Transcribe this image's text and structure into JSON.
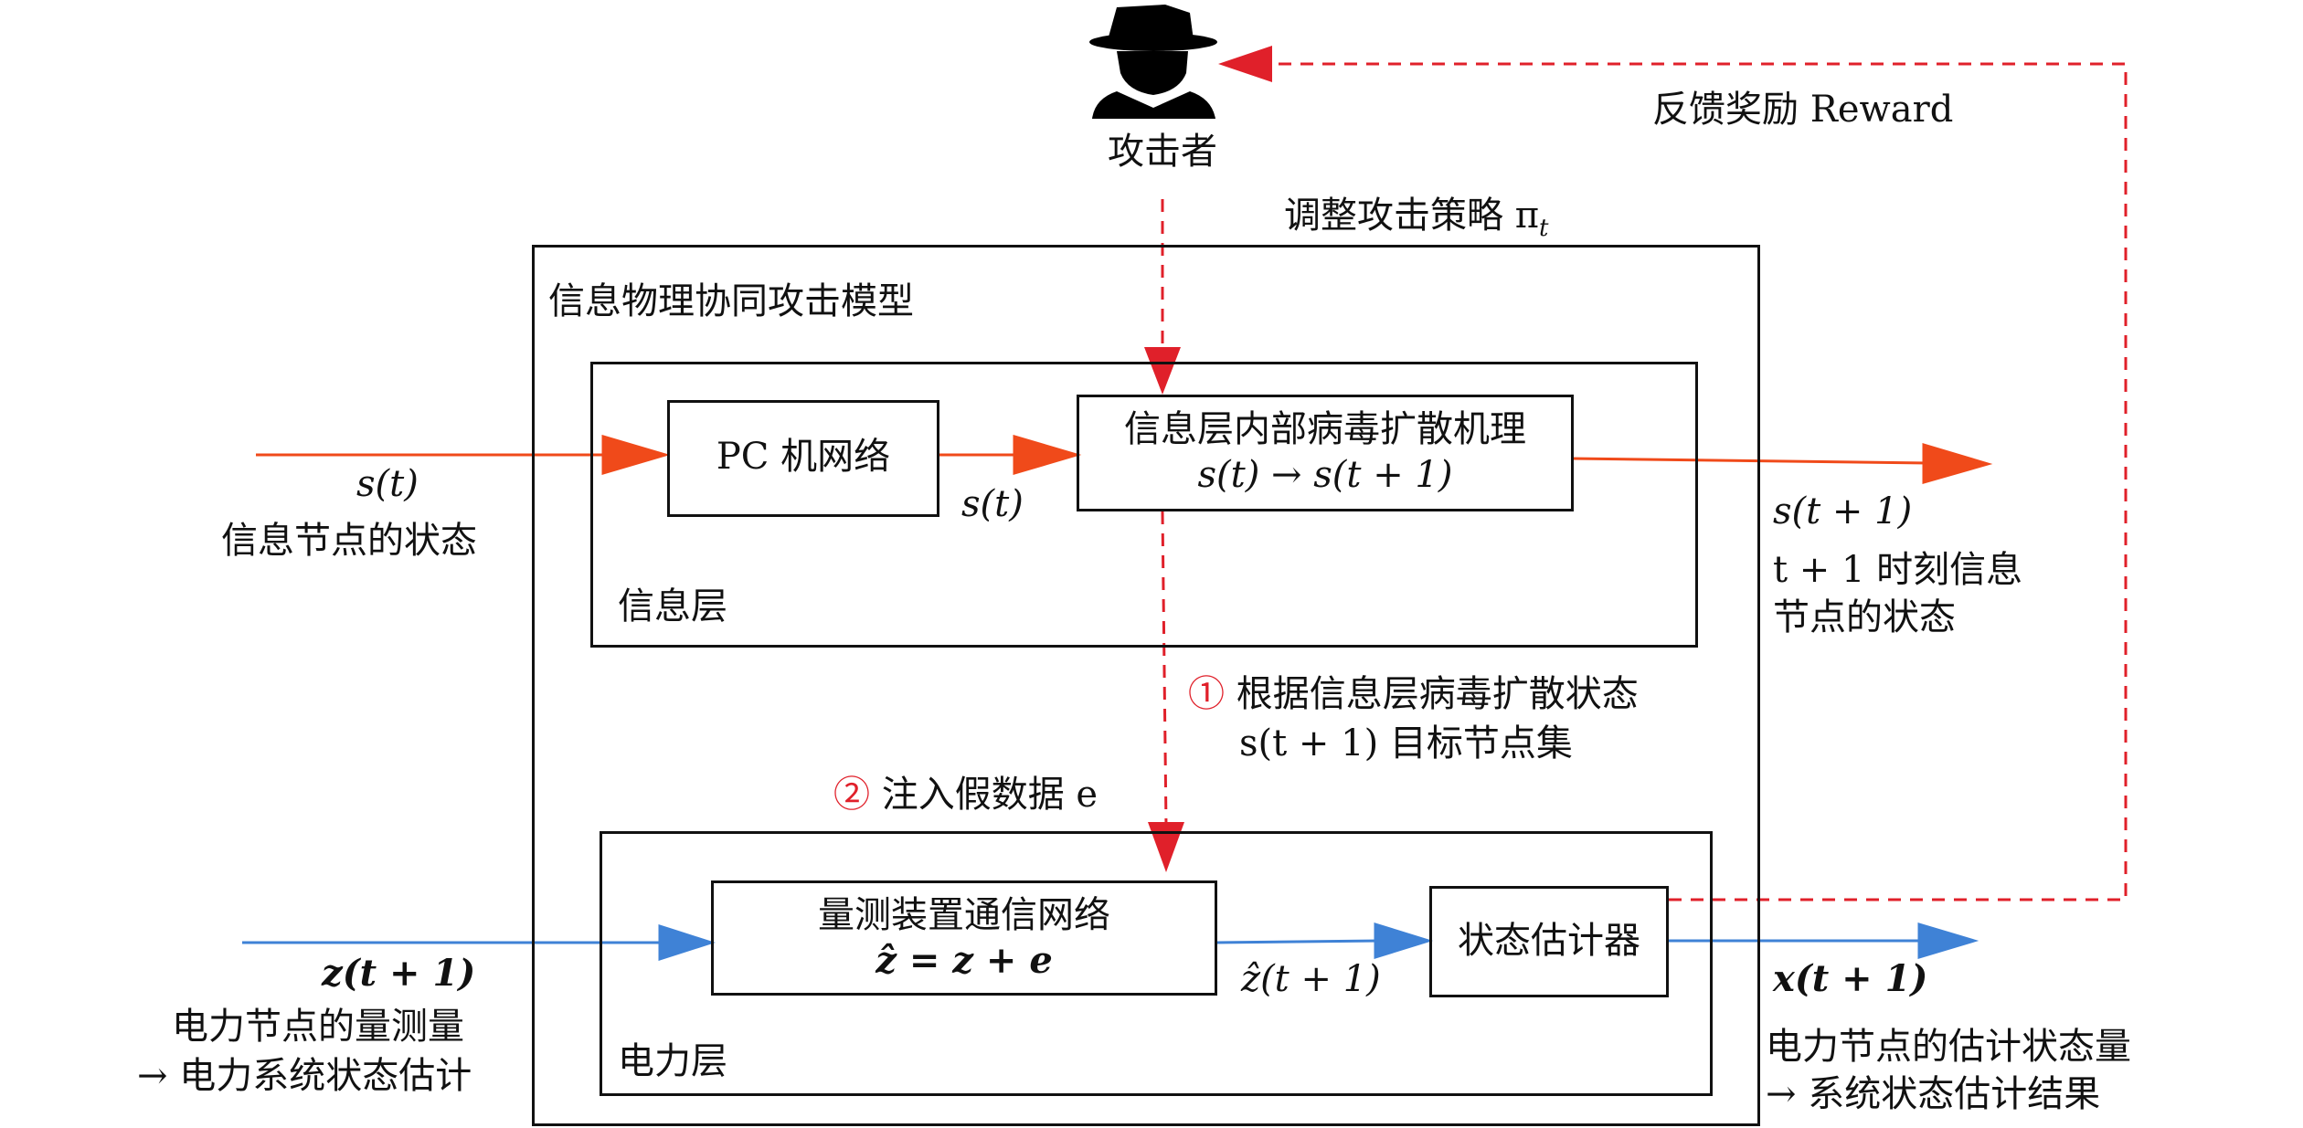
{
  "attacker": {
    "label": "攻击者",
    "icon": "spy-hacker-icon"
  },
  "feedback_label": "反馈奖励 Reward",
  "adjust_label": "调整攻击策略 π",
  "adjust_sub": "t",
  "model": {
    "title": "信息物理协同攻击模型"
  },
  "info_layer": {
    "label": "信息层",
    "pc_box": "PC 机网络",
    "virus_box_line1": "信息层内部病毒扩散机理",
    "virus_box_line2": "s(t) → s(t + 1)",
    "mid_signal": "s(t)",
    "input_signal": "s(t)",
    "input_desc": "信息节点的状态",
    "output_signal": "s(t + 1)",
    "output_desc_line1": "t + 1 时刻信息",
    "output_desc_line2": "节点的状态"
  },
  "step1": {
    "marker": "①",
    "line1": "根据信息层病毒扩散状态",
    "line2": "s(t + 1) 目标节点集"
  },
  "step2": {
    "marker": "②",
    "text": "注入假数据 e"
  },
  "power_layer": {
    "label": "电力层",
    "comm_box_line1": "量测装置通信网络",
    "comm_box_line2": "ẑ = z + e",
    "estimator_box": "状态估计器",
    "input_signal": "z(t + 1)",
    "input_desc_line1": "电力节点的量测量",
    "input_desc_line2": "→ 电力系统状态估计",
    "mid_signal": "ẑ(t + 1)",
    "output_signal": "x(t + 1)",
    "output_desc_line1": "电力节点的估计状态量",
    "output_desc_line2": "→ 系统状态估计结果"
  },
  "colors": {
    "info_arrow": "#f04a1a",
    "power_arrow": "#3f82d6",
    "attack_dash": "#e0202a"
  }
}
